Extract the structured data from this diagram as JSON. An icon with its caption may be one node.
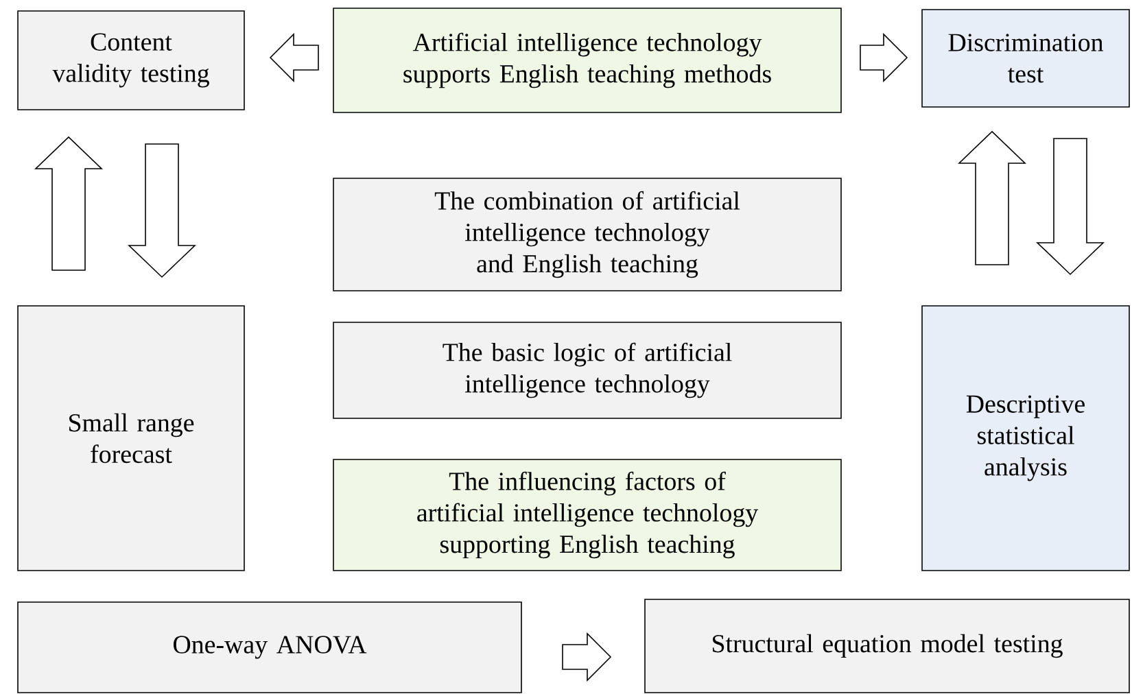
{
  "diagram": {
    "nodes": [
      {
        "text": [
          "Content validity testing"
        ]
      },
      {
        "text": [
          "Artificial intelligence technology supports English teaching methods"
        ]
      },
      {
        "text": [
          "Discrimination test"
        ]
      },
      {
        "text": [
          "The combination of artificial intelligence technology and English teaching"
        ]
      },
      {
        "text": [
          "The basic logic of artificial intelligence technology"
        ]
      },
      {
        "text": [
          "The influencing factors of artificial intelligence technology supporting English teaching"
        ]
      },
      {
        "text": [
          "Small range forecast"
        ]
      },
      {
        "text": [
          "Descriptive statistical analysis"
        ]
      },
      {
        "text": [
          "One-way ANOVA"
        ]
      },
      {
        "text": [
          "Structural equation model testing"
        ]
      }
    ],
    "edges": [
      {
        "from": 1,
        "to": 0,
        "arrow": "to"
      },
      {
        "from": 1,
        "to": 2,
        "arrow": "to"
      },
      {
        "from": 6,
        "to": 0,
        "arrow": "to"
      },
      {
        "from": 0,
        "to": 6,
        "arrow": "to"
      },
      {
        "from": 7,
        "to": 2,
        "arrow": "to"
      },
      {
        "from": 2,
        "to": 7,
        "arrow": "to"
      },
      {
        "from": 8,
        "to": 9,
        "arrow": "to"
      }
    ]
  }
}
